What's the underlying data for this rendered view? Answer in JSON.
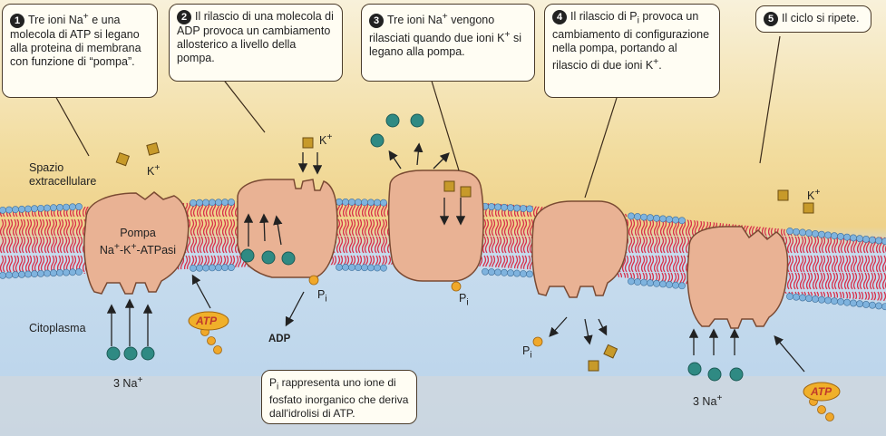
{
  "steps": [
    {
      "num": "1",
      "text_html": "Tre ioni Na<sup>+</sup> e una molecola di ATP si legano alla proteina di membrana con funzione di “pompa”."
    },
    {
      "num": "2",
      "text_html": "Il rilascio di una molecola di ADP provoca un cambiamento allosterico a livello della pompa."
    },
    {
      "num": "3",
      "text_html": "Tre ioni Na<sup>+</sup> vengono rilasciati quando due ioni K<sup>+</sup> si legano alla pompa."
    },
    {
      "num": "4",
      "text_html": "Il rilascio di P<sub>i</sub> provoca un cambiamento di configurazione nella pompa, portando al rilascio di due ioni K<sup>+</sup>."
    },
    {
      "num": "5",
      "text_html": "Il ciclo si ripete."
    }
  ],
  "note_html": "P<sub>i</sub> rappresenta uno ione di fosfato inorganico che deriva dall'idrolisi di ATP.",
  "labels": {
    "extracellular_html": "Spazio<br>extracellulare",
    "cytoplasm": "Citoplasma",
    "pump_html": "Pompa<br>Na<sup>+</sup>-K<sup>+</sup>-ATPasi",
    "k_ion_html": "K<sup>+</sup>",
    "na_ions_html": "3 Na<sup>+</sup>",
    "pi_html": "P<sub>i</sub>",
    "atp": "ATP",
    "adp": "ADP"
  },
  "colors": {
    "extracellular": "#f2dc9e",
    "cytoplasm": "#b9d3ea",
    "lipid_head": "#7fb3de",
    "lipid_tail": "#d8324c",
    "pump": "#e9b294",
    "na_ion": "#2f8a83",
    "k_ion": "#c79a2a",
    "phosphate": "#f0a82a"
  }
}
